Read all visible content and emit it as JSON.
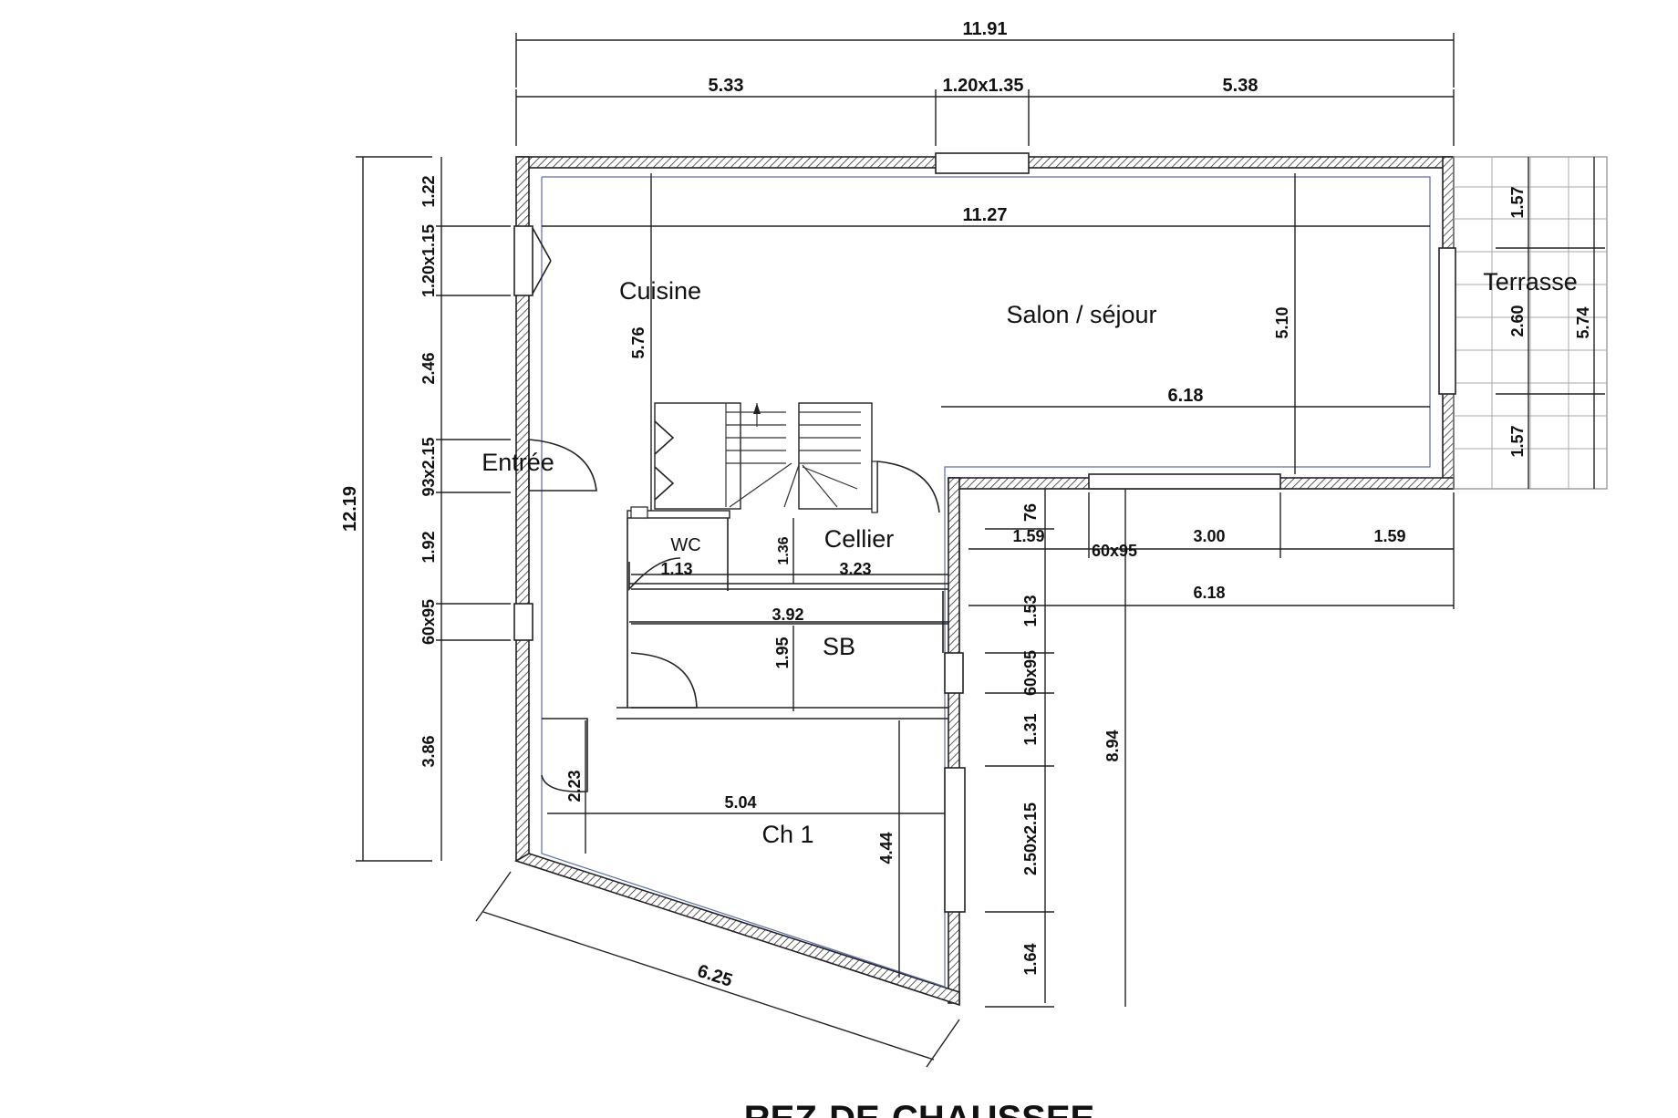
{
  "rooms": {
    "cuisine": "Cuisine",
    "salon": "Salon / séjour",
    "terrasse": "Terrasse",
    "entree": "Entrée",
    "wc": "WC",
    "cellier": "Cellier",
    "sb": "SB",
    "ch1": "Ch 1"
  },
  "title": "REZ-DE-CHAUSSEE",
  "dimensions": {
    "total_width": "11.91",
    "top_left": "5.33",
    "top_window": "1.20x1.35",
    "top_right": "5.38",
    "inner_width": "11.27",
    "total_height": "12.19",
    "left_1": "1.22",
    "left_window_1": "1.20x1.15",
    "left_2": "2.46",
    "left_door": "93x2.15",
    "left_3": "1.92",
    "left_window_2": "60x95",
    "left_4": "3.86",
    "kitchen_depth": "5.76",
    "salon_depth": "5.10",
    "salon_width": "6.18",
    "terrace_1": "1.57",
    "terrace_2": "2.60",
    "terrace_3": "1.57",
    "terrace_depth": "5.74",
    "right_1": "1.59",
    "right_window": "60x95",
    "right_bay": "3.00",
    "right_2": "1.59",
    "right_width": "6.18",
    "wc_width": "1.13",
    "wc_depth": "1.36",
    "cellier_width": "3.23",
    "sb_width": "3.92",
    "sb_depth": "1.95",
    "east_1": "76",
    "east_2": "1.53",
    "east_window": "60x95",
    "east_3": "1.31",
    "east_window_2": "2.50x2.15",
    "east_4": "1.64",
    "east_total": "8.94",
    "ch1_door": "2.23",
    "ch1_width": "5.04",
    "ch1_depth": "4.44",
    "diagonal": "6.25"
  }
}
